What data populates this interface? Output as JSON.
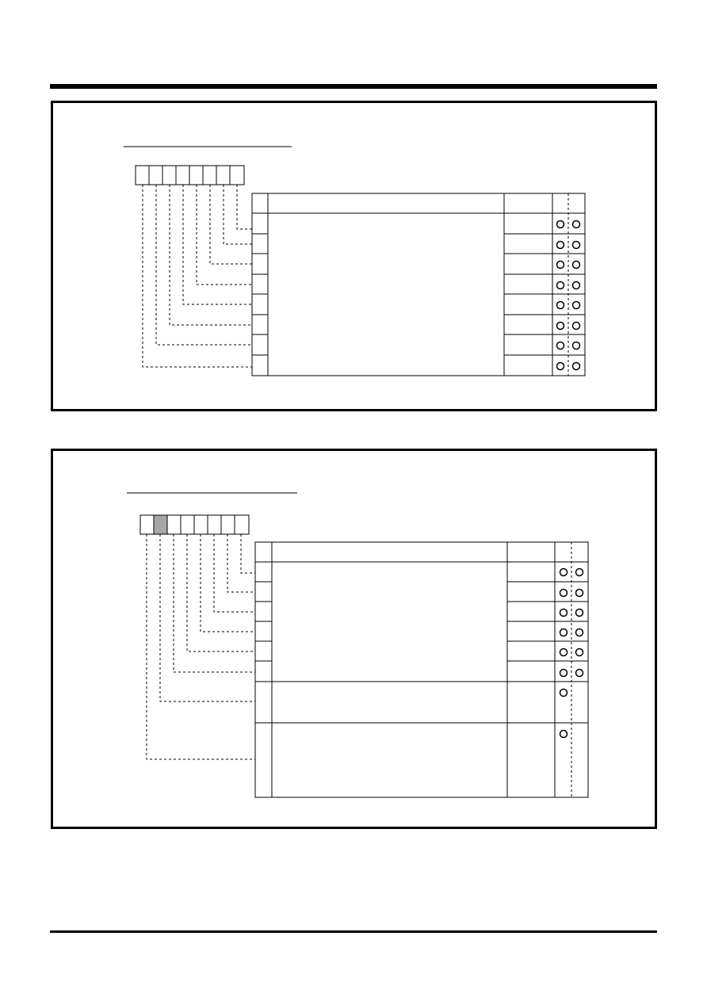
{
  "colors": {
    "line": "#000000",
    "background": "#ffffff",
    "shaded_bit": "#a6a6a6"
  },
  "panels": [
    {
      "register_bits": 8,
      "shaded_bits": [],
      "fields": [
        {
          "bit": 0,
          "two_options": true
        },
        {
          "bit": 1,
          "two_options": true
        },
        {
          "bit": 2,
          "two_options": true
        },
        {
          "bit": 3,
          "two_options": true
        },
        {
          "bit": 4,
          "two_options": true
        },
        {
          "bit": 5,
          "two_options": true
        },
        {
          "bit": 6,
          "two_options": true
        },
        {
          "bit": 7,
          "two_options": true
        }
      ]
    },
    {
      "register_bits": 8,
      "shaded_bits": [
        1
      ],
      "fields": [
        {
          "bit": 0,
          "two_options": true
        },
        {
          "bit": 1,
          "two_options": true
        },
        {
          "bit": 2,
          "two_options": true
        },
        {
          "bit": 3,
          "two_options": true
        },
        {
          "bit": 4,
          "two_options": true
        },
        {
          "bit": 5,
          "two_options": true
        },
        {
          "bit": 6,
          "two_options": false
        },
        {
          "bit": 7,
          "two_options": false
        }
      ]
    }
  ]
}
